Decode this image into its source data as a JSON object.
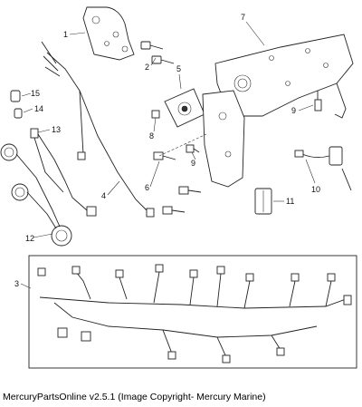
{
  "callouts": [
    {
      "id": "1",
      "label": "1"
    },
    {
      "id": "2",
      "label": "2"
    },
    {
      "id": "3",
      "label": "3"
    },
    {
      "id": "4",
      "label": "4"
    },
    {
      "id": "5",
      "label": "5"
    },
    {
      "id": "6",
      "label": "6"
    },
    {
      "id": "7",
      "label": "7"
    },
    {
      "id": "8",
      "label": "8"
    },
    {
      "id": "9a",
      "label": "9"
    },
    {
      "id": "9b",
      "label": "9"
    },
    {
      "id": "10",
      "label": "10"
    },
    {
      "id": "11",
      "label": "11"
    },
    {
      "id": "12",
      "label": "12"
    },
    {
      "id": "13",
      "label": "13"
    },
    {
      "id": "14",
      "label": "14"
    },
    {
      "id": "15",
      "label": "15"
    }
  ],
  "caption": "MercuryPartsOnline v2.5.1 (Image Copyright- Mercury Marine)"
}
